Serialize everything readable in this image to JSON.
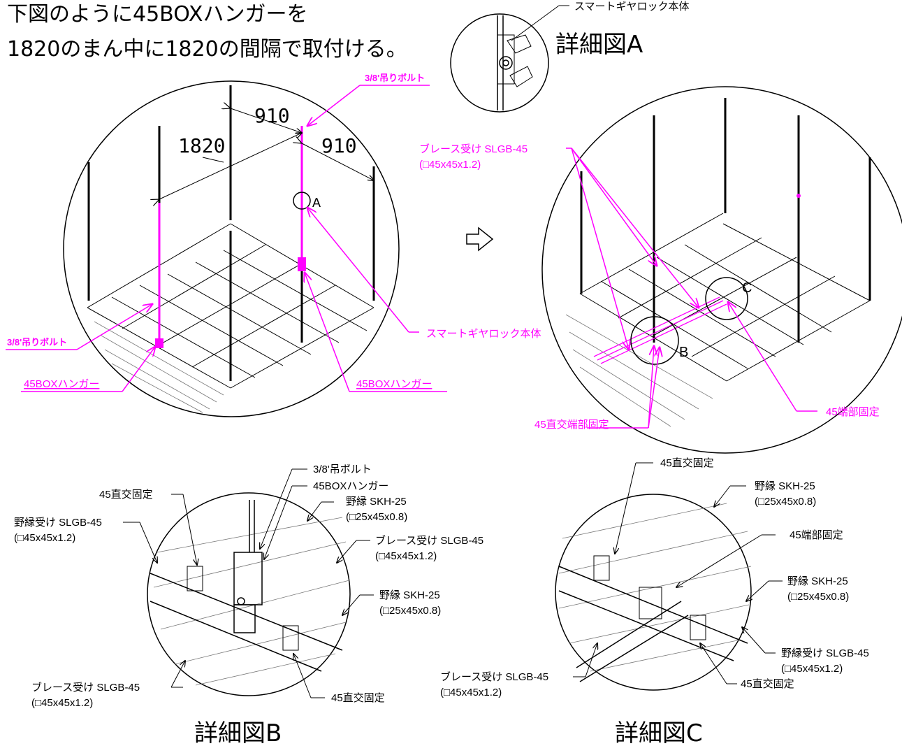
{
  "intro": {
    "line1": "下図のように45BOXハンガーを",
    "line2": "1820のまん中に1820の間隔で取付ける。"
  },
  "detail_a": {
    "title": "詳細図A",
    "label": "スマートギヤロック本体"
  },
  "main_left": {
    "dim_910_top": "910",
    "dim_910_right": "910",
    "dim_1820": "1820",
    "bolt_label_top": "3/8'吊りボルト",
    "bolt_label_left": "3/8'吊りボルト",
    "circle_a": "A",
    "hanger_left": "45BOXハンガー",
    "hanger_right": "45BOXハンガー",
    "gear_lock": "スマートギヤロック本体"
  },
  "main_right": {
    "brace_label": "ブレース受け SLGB-45",
    "brace_spec": "(□45x45x1.2)",
    "circle_b": "B",
    "circle_c": "C",
    "orth_end": "45直交端部固定",
    "end_fix": "45端部固定"
  },
  "detail_b": {
    "title": "詳細図B",
    "bolt": "3/8'吊ボルト",
    "hanger": "45BOXハンガー",
    "orth_fix_top": "45直交固定",
    "nobuchi_label": "野縁 SKH-25",
    "nobuchi_spec": "(□25x45x0.8)",
    "nobuchi_uke_label": "野縁受け SLGB-45",
    "nobuchi_uke_spec": "(□45x45x1.2)",
    "brace_label_r": "ブレース受け SLGB-45",
    "brace_spec_r": "(□45x45x1.2)",
    "nobuchi_label2": "野縁 SKH-25",
    "nobuchi_spec2": "(□25x45x0.8)",
    "brace_label_l": "ブレース受け SLGB-45",
    "brace_spec_l": "(□45x45x1.2)",
    "orth_fix_bottom": "45直交固定"
  },
  "detail_c": {
    "title": "詳細図C",
    "orth_fix_top": "45直交固定",
    "nobuchi_label": "野縁 SKH-25",
    "nobuchi_spec": "(□25x45x0.8)",
    "end_fix": "45端部固定",
    "nobuchi_label2": "野縁 SKH-25",
    "nobuchi_spec2": "(□25x45x0.8)",
    "nobuchi_uke_label": "野縁受け SLGB-45",
    "nobuchi_uke_spec": "(□45x45x1.2)",
    "brace_label": "ブレース受け SLGB-45",
    "brace_spec": "(□45x45x1.2)",
    "orth_fix_bottom": "45直交固定"
  },
  "colors": {
    "accent": "#ff00ff",
    "line": "#000000"
  },
  "icons": {
    "arrow": "right-arrow-icon"
  }
}
